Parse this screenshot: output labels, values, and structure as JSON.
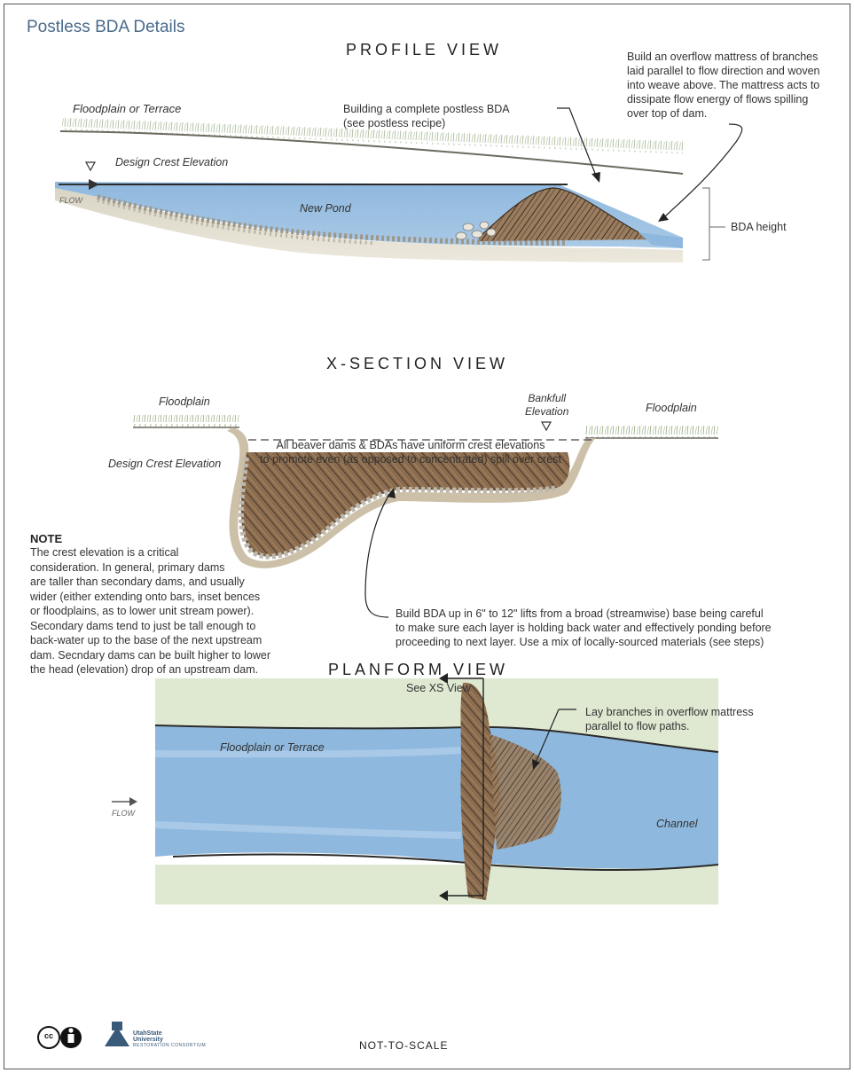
{
  "page_title": "Postless BDA Details",
  "profile": {
    "heading": "PROFILE VIEW",
    "floodplain_label": "Floodplain or Terrace",
    "complete_bda_label_1": "Building a complete postless BDA",
    "complete_bda_label_2": "(see postless recipe)",
    "mattress_note": [
      "Build an overflow mattress of branches",
      "laid parallel to flow direction and woven",
      "into weave above. The mattress acts to",
      "dissipate flow energy of flows spilling",
      "over top of dam."
    ],
    "design_crest_label": "Design Crest Elevation",
    "flow_label": "FLOW",
    "pond_label": "New Pond",
    "height_label": "BDA height"
  },
  "xsection": {
    "heading": "X-SECTION VIEW",
    "floodplain_left": "Floodplain",
    "floodplain_right": "Floodplain",
    "bankfull_1": "Bankfull",
    "bankfull_2": "Elevation",
    "crest_note_1": "All beaver dams & BDAs have uniform crest elevations",
    "crest_note_2": "to promote even (as opposed to concentrated)  spill over crest",
    "design_crest_label": "Design Crest Elevation",
    "lifts_note": [
      "Build BDA up in 6\" to 12\" lifts from a broad (streamwise) base being careful",
      "to make sure each layer is holding back water and effectively ponding before",
      "proceeding to next layer. Use a mix of locally-sourced materials (see steps)"
    ]
  },
  "note": {
    "title": "NOTE",
    "lines": [
      "The crest elevation is a critical",
      "consideration. In general, primary dams",
      "are taller than secondary dams, and usually",
      "wider (either extending onto bars, inset bences",
      "or floodplains, as to lower unit stream power).",
      "Secondary dams tend to just be tall enough to",
      "back-water up to the base of the next upstream",
      "dam. Secndary dams can be built higher to lower",
      "the head (elevation) drop of an upstream dam."
    ]
  },
  "planform": {
    "heading": "PLANFORM VIEW",
    "see_xs": "See XS View",
    "floodplain_label": "Floodplain or Terrace",
    "branches_note_1": "Lay branches in overflow mattress",
    "branches_note_2": "parallel to flow paths.",
    "flow_label": "FLOW",
    "channel_label": "Channel"
  },
  "footer": {
    "scale_note": "NOT-TO-SCALE",
    "logo_name": "UtahState",
    "logo_university": "University",
    "logo_sub": "RESTORATION CONSORTIUM",
    "cc_badge": "cc"
  },
  "colors": {
    "water": "#8fb8de",
    "water_light": "#b9d3ec",
    "grass": "#dde8cf",
    "title_blue": "#4a6b8c",
    "branch": "#5a4330",
    "gravel": "#bdb8ad"
  }
}
